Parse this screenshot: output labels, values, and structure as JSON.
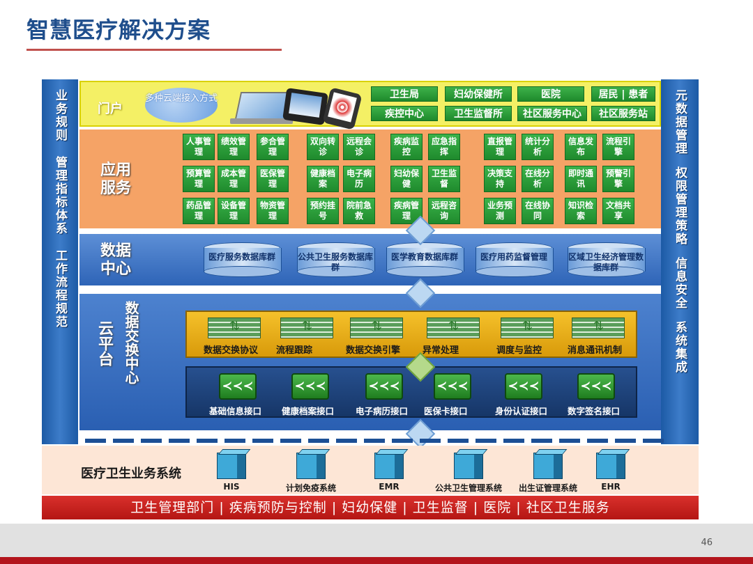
{
  "slide": {
    "title": "智慧医疗解决方案",
    "page_number": "46"
  },
  "left_sidebar": [
    "业务规则",
    "管理指标体系",
    "工作流程规范"
  ],
  "right_sidebar": [
    "元数据管理",
    "权限管理策略",
    "信息安全",
    "系统集成"
  ],
  "portal": {
    "label": "门户",
    "cloud_text": "多种云端接入方式",
    "buttons": [
      "卫生局",
      "妇幼保健所",
      "医院",
      "居民 | 患者",
      "疾控中心",
      "卫生监督所",
      "社区服务中心",
      "社区服务站"
    ]
  },
  "apps": {
    "label": "应用服务",
    "items": [
      "人事管理",
      "绩效管理",
      "参合管理",
      "双向转诊",
      "远程会诊",
      "疾病监控",
      "应急指挥",
      "直报管理",
      "统计分析",
      "信息发布",
      "流程引擎",
      "预算管理",
      "成本管理",
      "医保管理",
      "健康档案",
      "电子病历",
      "妇幼保健",
      "卫生监督",
      "决策支持",
      "在线分析",
      "即时通讯",
      "预警引擎",
      "药品管理",
      "设备管理",
      "物资管理",
      "预约挂号",
      "院前急救",
      "疾病管理",
      "远程咨询",
      "业务预测",
      "在线协同",
      "知识检索",
      "文档共享"
    ]
  },
  "data_center": {
    "label": "数据中心",
    "databases": [
      "医疗服务数据库群",
      "公共卫生服务数据库群",
      "医学教育数据库群",
      "医疗用药监督管理",
      "区域卫生经济管理数据库群"
    ]
  },
  "cloud_platform": {
    "label": "云平台",
    "exchange_label": "数据交换中心",
    "exchange_items": [
      "数据交换协议",
      "流程跟踪",
      "数据交换引擎",
      "异常处理",
      "调度与监控",
      "消息通讯机制"
    ],
    "interfaces": [
      "基础信息接口",
      "健康档案接口",
      "电子病历接口",
      "医保卡接口",
      "身份认证接口",
      "数字签名接口"
    ]
  },
  "business": {
    "label": "医疗卫生业务系统",
    "systems": [
      "HIS",
      "计划免疫系统",
      "EMR",
      "公共卫生管理系统",
      "出生证管理系统",
      "EHR"
    ]
  },
  "bottom_bar": "卫生管理部门 | 疾病预防与控制 | 妇幼保健 | 卫生监督 | 医院 | 社区卫生服务"
}
